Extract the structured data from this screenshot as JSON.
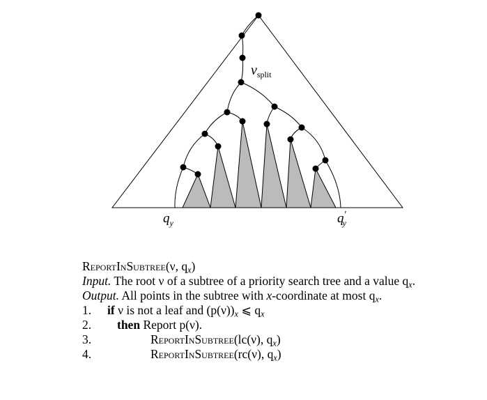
{
  "figure": {
    "labels": {
      "v_split_main": "v",
      "v_split_sub": "split",
      "qy_main": "q",
      "qy_sub": "y",
      "qyp_main": "q",
      "qyp_prime": "′",
      "qyp_sub": "y"
    },
    "colors": {
      "fill": "#bbbbbb",
      "stroke": "#000000",
      "node": "#000000"
    }
  },
  "algorithm": {
    "title_proc": "ReportInSubtree",
    "title_args": "(ν, q",
    "title_args_sub": "x",
    "title_args_end": ")",
    "input_label": "Input.",
    "input_text": " The root ν of a subtree of a priority search tree and a value q",
    "input_sub": "x",
    "input_end": ".",
    "output_label": "Output.",
    "output_text_a": " All points in the subtree with ",
    "output_x": "x",
    "output_text_b": "-coordinate at most q",
    "output_sub": "x",
    "output_end": ".",
    "lines": [
      {
        "num": "1.",
        "kw": "if",
        "text_a": " ν is not a leaf and (p(ν))",
        "sub": "x",
        "text_b": " ⩽ q",
        "sub2": "x"
      },
      {
        "num": "2.",
        "kw": "then",
        "text_a": " Report p(ν)."
      },
      {
        "num": "3.",
        "proc": "ReportInSubtree",
        "args_a": "(lc(ν), q",
        "sub": "x",
        "args_b": ")"
      },
      {
        "num": "4.",
        "proc": "ReportInSubtree",
        "args_a": "(rc(ν), q",
        "sub": "x",
        "args_b": ")"
      }
    ]
  }
}
